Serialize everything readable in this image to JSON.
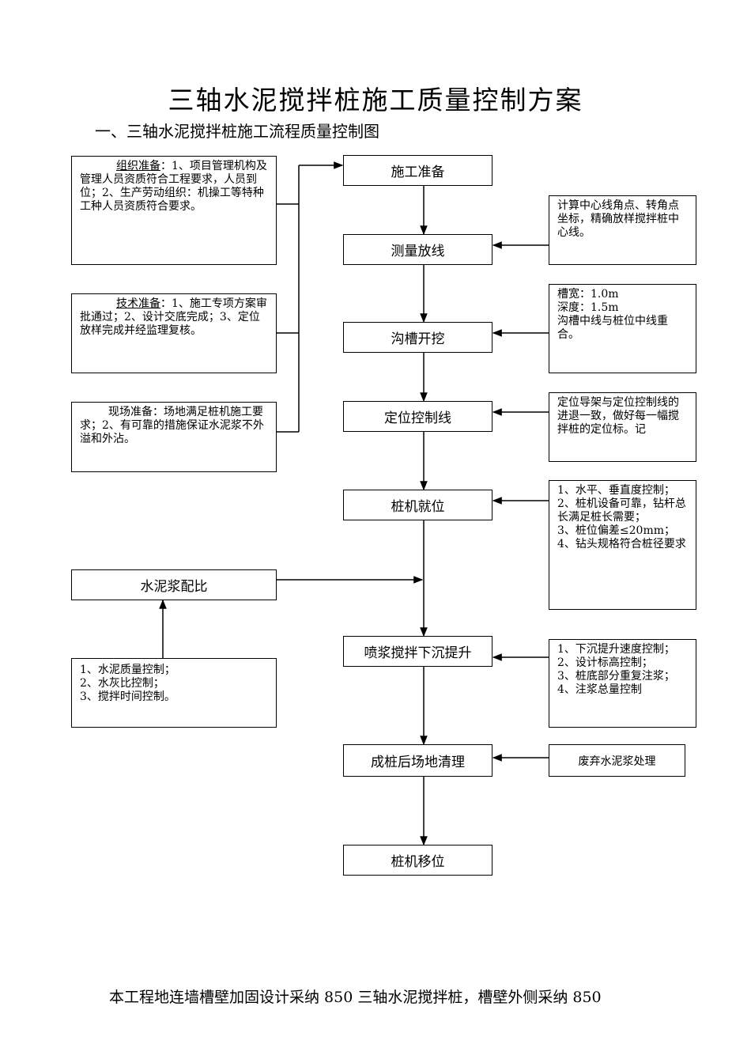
{
  "title": "三轴水泥搅拌桩施工质量控制方案",
  "subtitle": "一、三轴水泥搅拌桩施工流程质量控制图",
  "steps": [
    "施工准备",
    "测量放线",
    "沟槽开挖",
    "定位控制线",
    "桩机就位",
    "喷浆搅拌下沉提升",
    "成桩后场地清理",
    "桩机移位"
  ],
  "prep": {
    "org": {
      "kw": "组织准备",
      "text": "：1、项目管理机构及管理人员资质符合工程要求，人员到位；2、生产劳动组织：机操工等特种工种人员资质符合要求。"
    },
    "tech": {
      "kw": "技术准备",
      "text": "：1、施工专项方案审批通过；2、设计交底完成；3、定位放样完成并经监理复核。"
    },
    "site": {
      "kw": "现场准备",
      "text": "：场地满足桩机施工要求；2、有可靠的措施保证水泥浆不外溢和外沾。"
    }
  },
  "right_notes": {
    "survey": "计算中心线角点、转角点坐标，精确放样搅拌桩中心线。",
    "trench": [
      "槽宽：1.0m",
      "深度：1.5m",
      "沟槽中线与桩位中线重合。"
    ],
    "locate": "定位导架与定位控制线的进退一致，做好每一幅搅拌桩的定位标。记",
    "rig": [
      "1、水平、垂直度控制；",
      "2、桩机设备可靠，钻杆总长满足桩长需要；",
      "3、桩位偏差≤20mm；",
      "4、钻头规格符合桩径要求"
    ],
    "spray": [
      "1、下沉提升速度控制；",
      "2、设计标高控制；",
      "3、桩底部分重复注浆；",
      "4、注浆总量控制"
    ],
    "cleanup": "废弃水泥浆处理"
  },
  "mix": {
    "label": "水泥浆配比",
    "notes": [
      "1、水泥质量控制；",
      "2、水灰比控制；",
      "3、搅拌时间控制。"
    ]
  },
  "footer": "本工程地连墙槽壁加固设计采纳 850 三轴水泥搅拌桩，槽壁外侧采纳 850"
}
